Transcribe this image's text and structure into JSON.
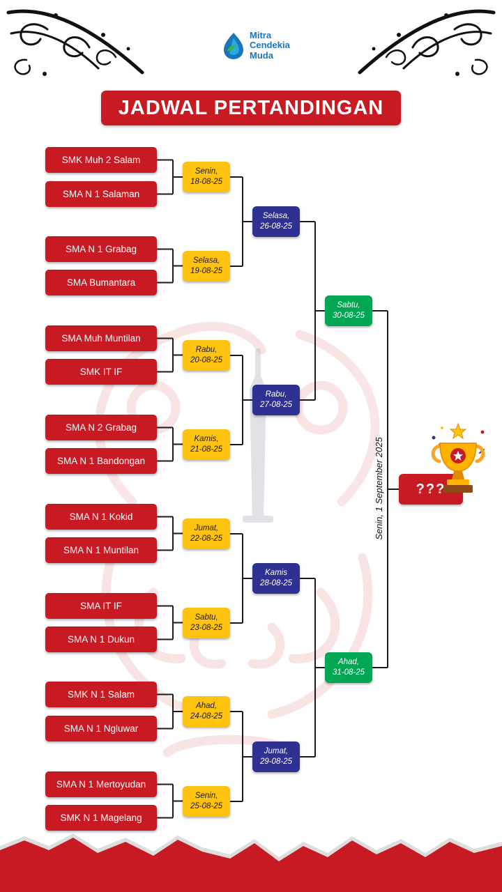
{
  "header": {
    "logo": {
      "line1": "Mitra",
      "line2": "Cendekia",
      "line3": "Muda"
    },
    "title": "JADWAL PERTANDINGAN"
  },
  "colors": {
    "red": "#c81a23",
    "yellow": "#ffc20e",
    "blue": "#2e3192",
    "green": "#00a651",
    "logo_blue": "#1b75bc"
  },
  "bracket": {
    "round1": [
      {
        "team1": "SMK Muh 2 Salam",
        "team2": "SMA N 1 Salaman",
        "day": "Senin,",
        "date": "18-08-25"
      },
      {
        "team1": "SMA N 1 Grabag",
        "team2": "SMA Bumantara",
        "day": "Selasa,",
        "date": "19-08-25"
      },
      {
        "team1": "SMA Muh Muntilan",
        "team2": "SMK IT IF",
        "day": "Rabu,",
        "date": "20-08-25"
      },
      {
        "team1": "SMA N 2 Grabag",
        "team2": "SMA N 1 Bandongan",
        "day": "Kamis,",
        "date": "21-08-25"
      },
      {
        "team1": "SMA N 1 Kokid",
        "team2": "SMA N 1 Muntilan",
        "day": "Jumat,",
        "date": "22-08-25"
      },
      {
        "team1": "SMA IT IF",
        "team2": "SMA N 1 Dukun",
        "day": "Sabtu,",
        "date": "23-08-25"
      },
      {
        "team1": "SMK N 1 Salam",
        "team2": "SMA N 1 Ngluwar",
        "day": "Ahad,",
        "date": "24-08-25"
      },
      {
        "team1": "SMA N 1 Mertoyudan",
        "team2": "SMK N 1 Magelang",
        "day": "Senin,",
        "date": "25-08-25"
      }
    ],
    "quarterfinals": [
      {
        "day": "Selasa,",
        "date": "26-08-25"
      },
      {
        "day": "Rabu,",
        "date": "27-08-25"
      },
      {
        "day": "Kamis",
        "date": "28-08-25"
      },
      {
        "day": "Jumat,",
        "date": "29-08-25"
      }
    ],
    "semifinals": [
      {
        "day": "Sabtu,",
        "date": "30-08-25"
      },
      {
        "day": "Ahad,",
        "date": "31-08-25"
      }
    ],
    "final": {
      "label": "???",
      "date_text": "Senin, 1 September 2025"
    }
  }
}
